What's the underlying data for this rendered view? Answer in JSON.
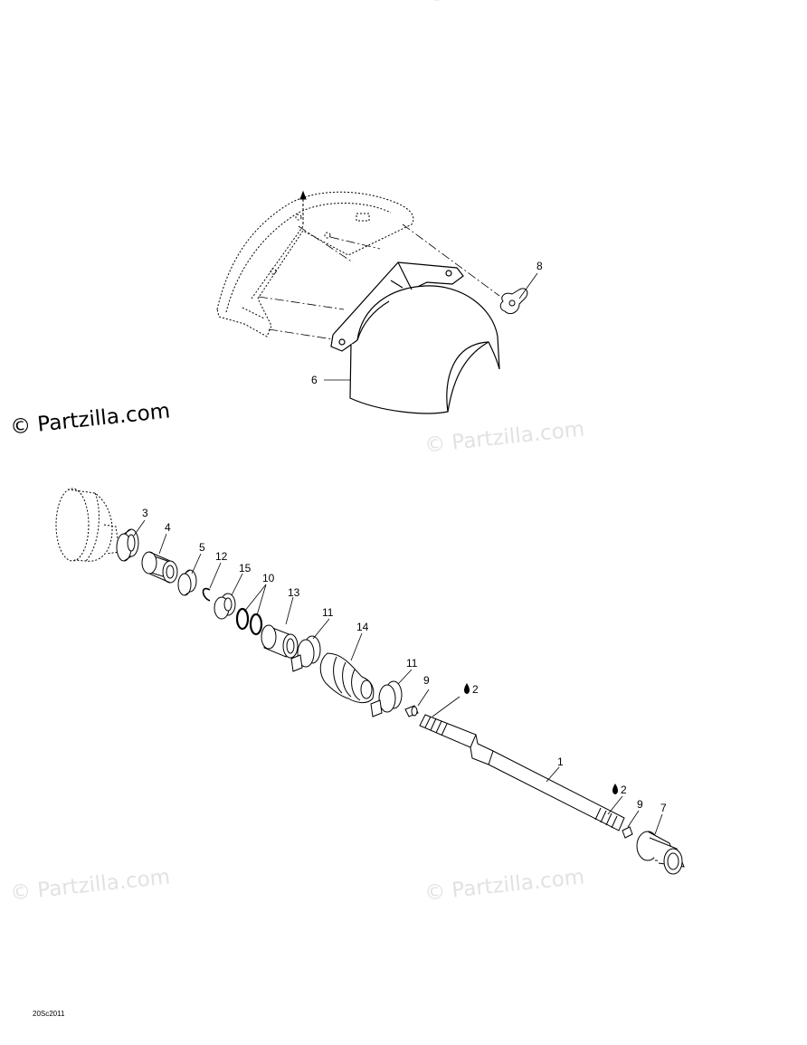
{
  "watermark": {
    "text": "© Partzilla.com",
    "color_main": "#000000",
    "color_faint": "#e2e2e2"
  },
  "diagram_code": "20Sc2011",
  "callouts": {
    "c1": "1",
    "c2a": "2",
    "c2b": "2",
    "c3": "3",
    "c4": "4",
    "c5": "5",
    "c6": "6",
    "c7": "7",
    "c8": "8",
    "c9a": "9",
    "c9b": "9",
    "c10": "10",
    "c11a": "11",
    "c11b": "11",
    "c12": "12",
    "c13": "13",
    "c14": "14",
    "c15": "15"
  },
  "icons": {
    "lubricant": "oil-drop-icon",
    "arrow": "arrow-up-icon"
  }
}
